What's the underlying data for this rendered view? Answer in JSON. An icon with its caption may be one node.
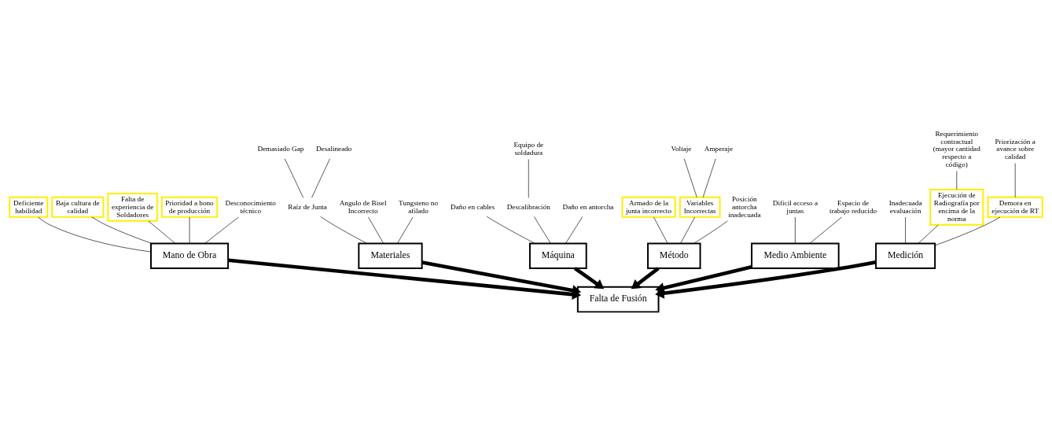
{
  "diagram": {
    "nodes": [
      {
        "text": [
          "Mano de Obra"
        ]
      },
      {
        "text": [
          "Materiales"
        ]
      },
      {
        "text": [
          "Máquina"
        ]
      },
      {
        "text": [
          "Deficiente habilidad"
        ]
      },
      {
        "text": [
          "Baja cultura de calidad"
        ]
      },
      {
        "text": [
          "Raíz de Junta"
        ]
      },
      {
        "text": [
          "Daño en cables"
        ]
      },
      {
        "text": [
          "Demasiado Gap"
        ]
      },
      {
        "text": [
          "Desalineado"
        ]
      },
      {
        "text": [
          "Equipo de soldadura"
        ]
      },
      {
        "text": [
          "Falta de experiencia de Soldadores"
        ]
      },
      {
        "text": [
          "Prioridad a bono de producción"
        ]
      },
      {
        "text": [
          "Angulo de Bisel Incorrecto"
        ]
      },
      {
        "text": [
          "Descalibración"
        ]
      },
      {
        "text": [
          "Desconocimiento técnico"
        ]
      },
      {
        "text": [
          "Tungsteno no afilado"
        ]
      },
      {
        "text": [
          "Daño en antorcha"
        ]
      },
      {
        "text": [
          "Falta de Fusión"
        ]
      },
      {
        "text": [
          "Armado de la junta incorrecto"
        ]
      },
      {
        "text": [
          "Dificil acceso a juntas"
        ]
      },
      {
        "text": [
          "Inadecuada evaluación"
        ]
      },
      {
        "text": [
          "Requerimiento contractual (mayor cantidad respecto a código)"
        ]
      },
      {
        "text": [
          "Voltaje"
        ]
      },
      {
        "text": [
          "Amperaje"
        ]
      },
      {
        "text": [
          "Espacio de trabajo reducido"
        ]
      },
      {
        "text": [
          "Priorización a avance sobre calidad"
        ]
      },
      {
        "text": [
          "Ejecución de Radiografía por encima de la norma"
        ]
      },
      {
        "text": [
          "Variables Incorrectas"
        ]
      },
      {
        "text": [
          "Posición antorcha inadecuada"
        ]
      },
      {
        "text": [
          "Demora en ejecución de RT"
        ]
      },
      {
        "text": [
          "Método"
        ]
      },
      {
        "text": [
          "Medio Ambiente"
        ]
      },
      {
        "text": [
          "Medición"
        ]
      }
    ],
    "edges": [
      {
        "from": 0,
        "to": 17,
        "arrow": "to",
        "style": "thick"
      },
      {
        "from": 1,
        "to": 17,
        "arrow": "to",
        "style": "thick"
      },
      {
        "from": 2,
        "to": 17,
        "arrow": "to",
        "style": "thick"
      },
      {
        "from": 30,
        "to": 17,
        "arrow": "to",
        "style": "thick"
      },
      {
        "from": 31,
        "to": 17,
        "arrow": "to",
        "style": "thick"
      },
      {
        "from": 32,
        "to": 17,
        "arrow": "to",
        "style": "thick"
      },
      {
        "from": 3,
        "to": 0,
        "arrow": "none"
      },
      {
        "from": 4,
        "to": 0,
        "arrow": "none"
      },
      {
        "from": 10,
        "to": 0,
        "arrow": "none"
      },
      {
        "from": 11,
        "to": 0,
        "arrow": "none"
      },
      {
        "from": 14,
        "to": 0,
        "arrow": "none"
      },
      {
        "from": 5,
        "to": 1,
        "arrow": "none"
      },
      {
        "from": 7,
        "to": 5,
        "arrow": "none"
      },
      {
        "from": 8,
        "to": 5,
        "arrow": "none"
      },
      {
        "from": 12,
        "to": 1,
        "arrow": "none"
      },
      {
        "from": 15,
        "to": 1,
        "arrow": "none"
      },
      {
        "from": 6,
        "to": 2,
        "arrow": "none"
      },
      {
        "from": 13,
        "to": 2,
        "arrow": "none"
      },
      {
        "from": 9,
        "to": 13,
        "arrow": "none"
      },
      {
        "from": 16,
        "to": 2,
        "arrow": "none"
      },
      {
        "from": 18,
        "to": 30,
        "arrow": "none"
      },
      {
        "from": 27,
        "to": 30,
        "arrow": "none"
      },
      {
        "from": 22,
        "to": 27,
        "arrow": "none"
      },
      {
        "from": 23,
        "to": 27,
        "arrow": "none"
      },
      {
        "from": 28,
        "to": 30,
        "arrow": "none"
      },
      {
        "from": 19,
        "to": 31,
        "arrow": "none"
      },
      {
        "from": 24,
        "to": 31,
        "arrow": "none"
      },
      {
        "from": 20,
        "to": 32,
        "arrow": "none"
      },
      {
        "from": 26,
        "to": 32,
        "arrow": "none"
      },
      {
        "from": 21,
        "to": 26,
        "arrow": "none"
      },
      {
        "from": 29,
        "to": 32,
        "arrow": "none"
      },
      {
        "from": 25,
        "to": 29,
        "arrow": "none"
      }
    ]
  }
}
